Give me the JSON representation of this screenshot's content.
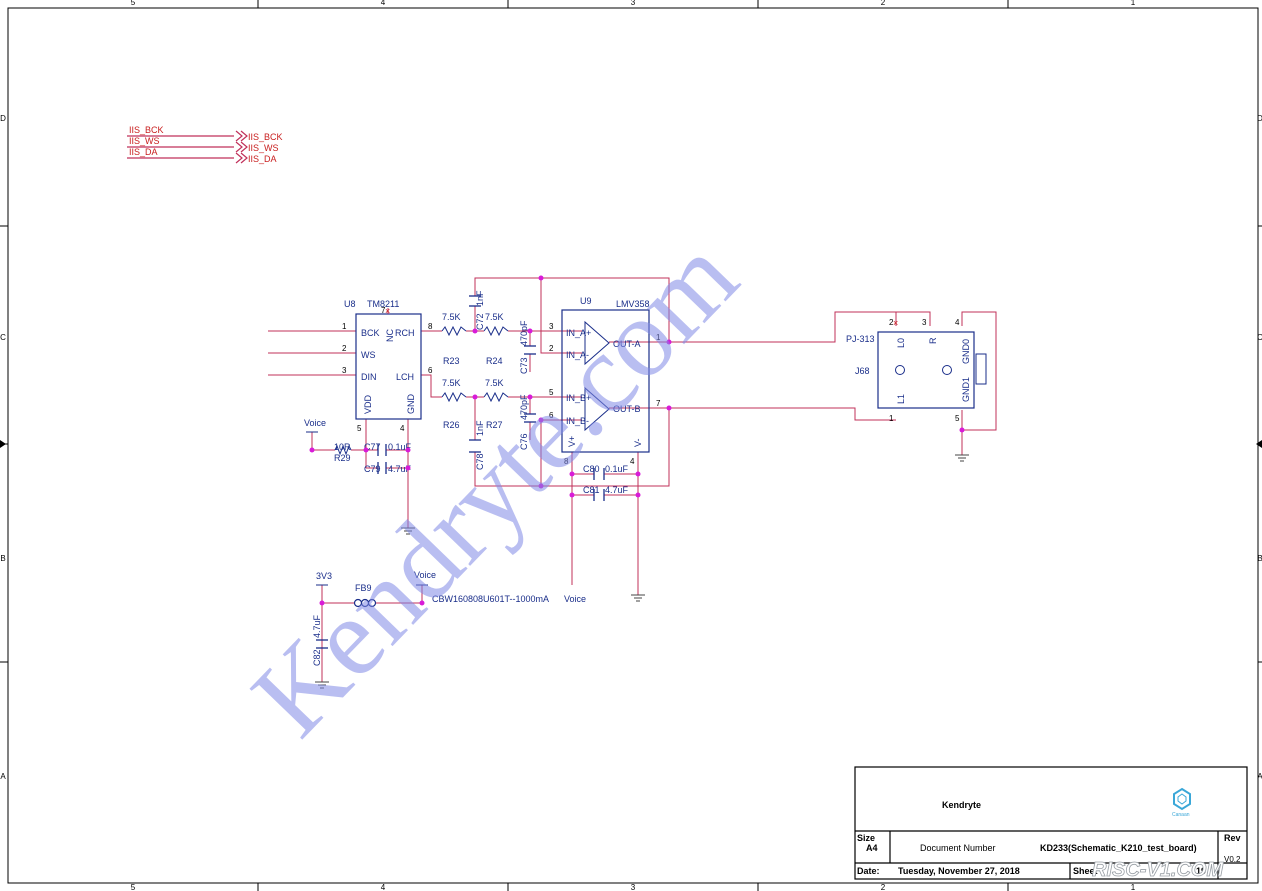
{
  "frame": {
    "top_cols": [
      "5",
      "4",
      "3",
      "2",
      "1"
    ],
    "bottom_cols": [
      "5",
      "4",
      "3",
      "2",
      "1"
    ],
    "left_rows": [
      "D",
      "C",
      "B",
      "A"
    ],
    "right_rows": [
      "D",
      "C",
      "B",
      "A"
    ]
  },
  "colors": {
    "wire": "#c0305a",
    "netlabel": "#c81e1e",
    "part": "#1a2e8a",
    "junction": "#d81bd8",
    "ground": "#555555",
    "watermark": "#8088e6",
    "frame": "#000000"
  },
  "nets": {
    "iis_bck": "IIS_BCK",
    "iis_ws": "IIS_WS",
    "iis_da": "IIS_DA"
  },
  "u8": {
    "ref": "U8",
    "value": "TM8211",
    "nc": "NC",
    "nc_pin": "7",
    "pins": {
      "bck": "BCK",
      "ws": "WS",
      "din": "DIN",
      "rch": "RCH",
      "lch": "LCH",
      "vdd": "VDD",
      "gnd": "GND"
    },
    "pin_numbers": {
      "bck": "1",
      "ws": "2",
      "din": "3",
      "rch": "8",
      "lch": "6",
      "vdd": "5",
      "gnd": "4"
    }
  },
  "u9": {
    "ref": "U9",
    "value": "LMV358",
    "pins": {
      "in_a_pos": "IN_A+",
      "in_a_neg": "IN_A-",
      "out_a": "OUT-A",
      "in_b_pos": "IN_B+",
      "in_b_neg": "IN_B-",
      "out_b": "OUT-B",
      "vpos": "V+",
      "vneg": "V-"
    },
    "pin_numbers": {
      "p3": "3",
      "p2": "2",
      "p1": "1",
      "p5": "5",
      "p6": "6",
      "p7": "7",
      "p8": "8",
      "p4": "4"
    }
  },
  "resistors": {
    "r23": {
      "ref": "R23",
      "value": "7.5K"
    },
    "r24": {
      "ref": "R24",
      "value": "7.5K"
    },
    "r26": {
      "ref": "R26",
      "value": "7.5K"
    },
    "r27": {
      "ref": "R27",
      "value": "7.5K"
    },
    "r29": {
      "ref": "R29",
      "value": "10R"
    }
  },
  "capacitors": {
    "c72": {
      "ref": "C72",
      "value": "1nF"
    },
    "c73": {
      "ref": "C73",
      "value": "470pF"
    },
    "c76": {
      "ref": "C76",
      "value": "470pF"
    },
    "c78": {
      "ref": "C78",
      "value": "1nF"
    },
    "c77": {
      "ref": "C77",
      "value": "0.1uF"
    },
    "c79": {
      "ref": "C79",
      "value": "4.7uF"
    },
    "c80": {
      "ref": "C80",
      "value": "0.1uF"
    },
    "c81": {
      "ref": "C81",
      "value": "4.7uF"
    },
    "c82": {
      "ref": "C82",
      "value": "4.7uF"
    }
  },
  "power": {
    "voice": "Voice",
    "v3v3": "3V3",
    "voice2": "Voice",
    "voice3": "Voice"
  },
  "fb9": {
    "ref": "FB9",
    "value": "CBW160808U601T--1000mA"
  },
  "j68": {
    "ref": "J68",
    "value": "PJ-313",
    "labels": {
      "l0": "L0",
      "r": "R",
      "l1": "L1",
      "gnd0": "GND0",
      "gnd1": "GND1"
    },
    "pin_numbers": {
      "p2": "2",
      "p3": "3",
      "p4": "4",
      "p1": "1",
      "p5": "5"
    }
  },
  "title_block": {
    "company": "Kendryte",
    "logo_caption": "Canaan",
    "size_label": "Size",
    "size_value": "A4",
    "document_number_label": "Document  Number",
    "document_number": "KD233(Schematic_K210_test_board)",
    "rev_label": "Rev",
    "rev_value": "V0.2",
    "date_label": "Date:",
    "date_value": "Tuesday, November 27, 2018",
    "sheet_label": "Sheet",
    "sheet_of": "19"
  },
  "watermarks": {
    "diagonal": "Kendryte.com",
    "corner": "RISC-V1.COM"
  }
}
